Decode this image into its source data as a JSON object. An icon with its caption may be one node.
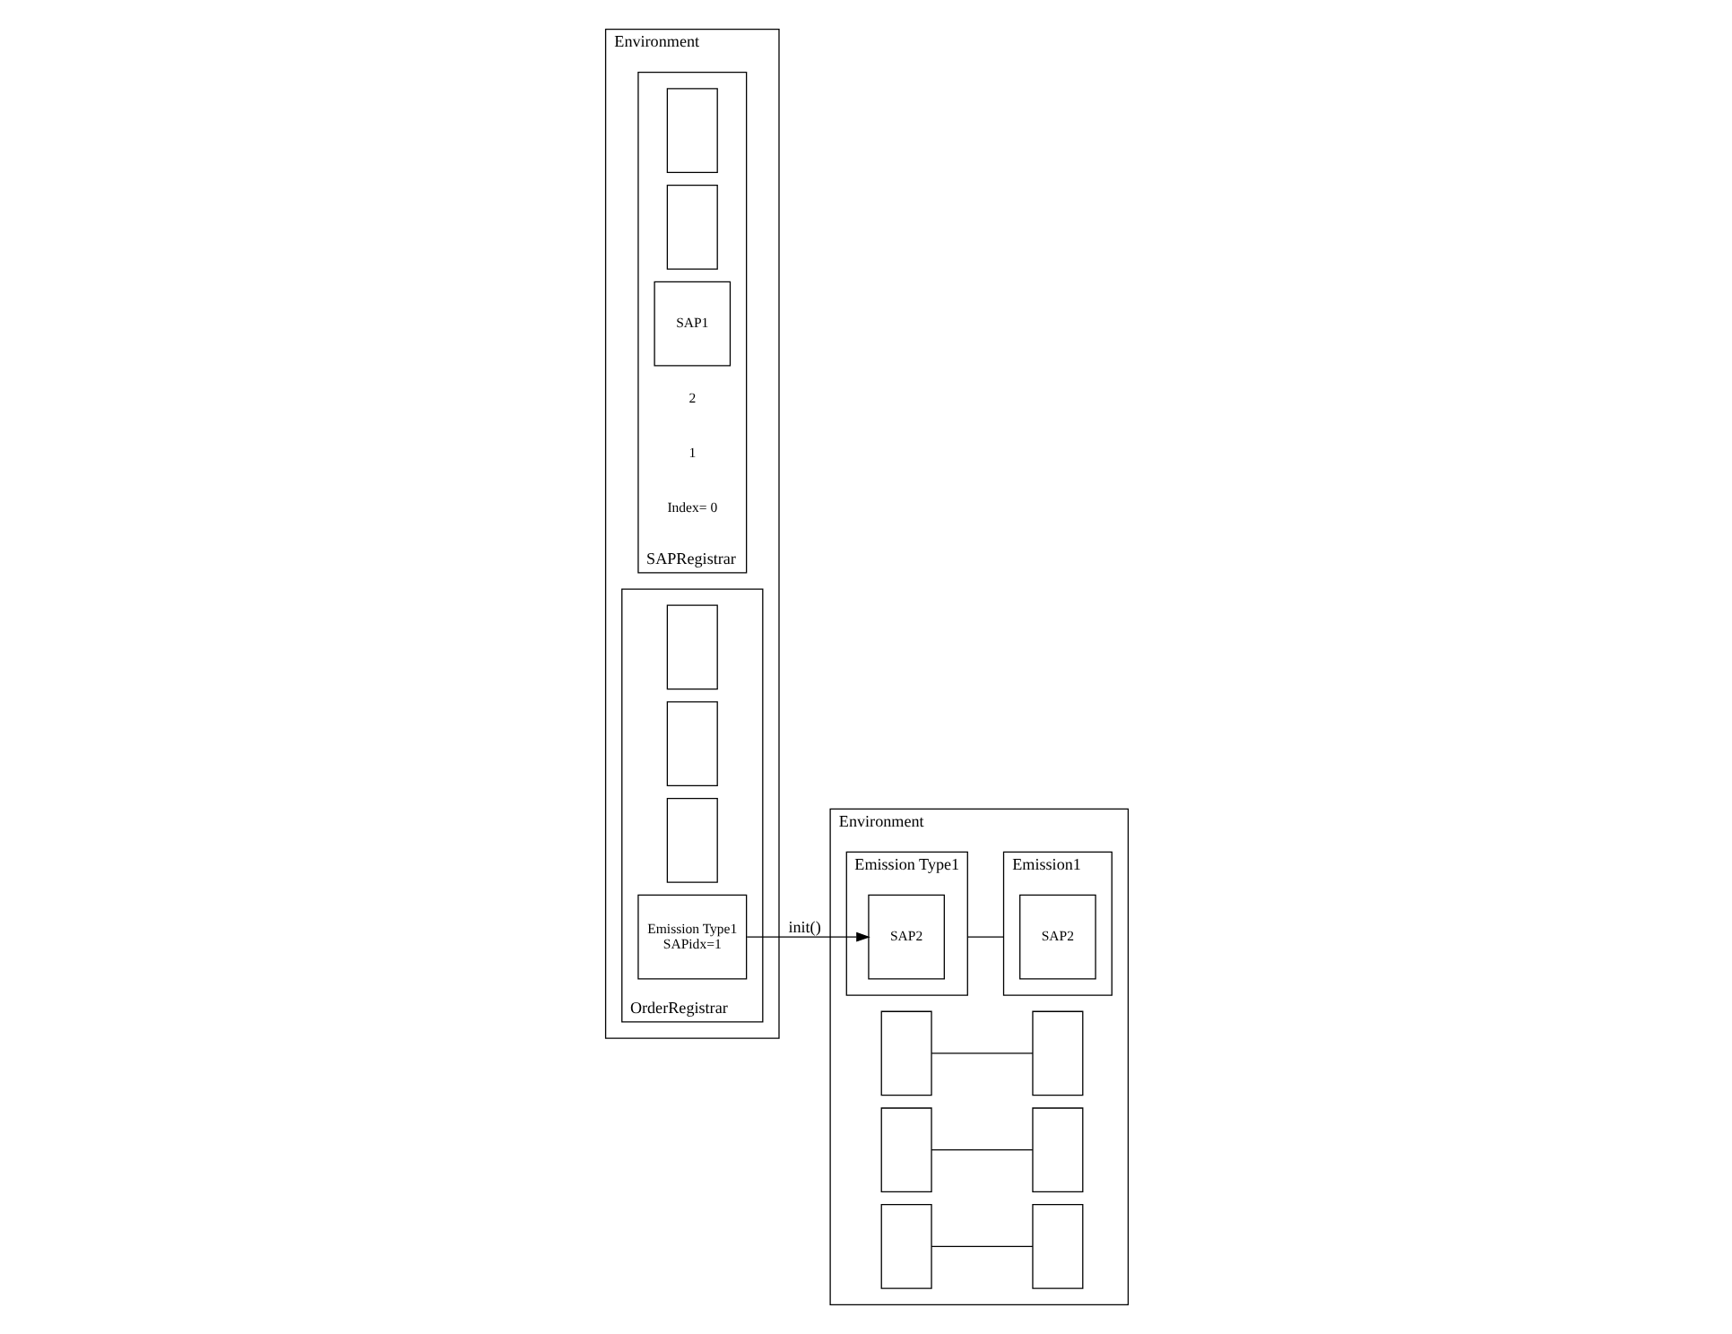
{
  "diagram": {
    "nodes": [
      {
        "text": [
          "Environment"
        ]
      },
      {
        "text": [
          "SAPRegistrar"
        ],
        "in": 0
      },
      {
        "text": [],
        "shape": "box",
        "in": 1
      },
      {
        "text": [],
        "shape": "box",
        "in": 1
      },
      {
        "text": [
          "SAP1"
        ],
        "in": 1
      },
      {
        "text": [
          "OrderRegistrar"
        ],
        "in": 0
      },
      {
        "text": [],
        "shape": "box",
        "in": 5
      },
      {
        "text": [],
        "shape": "box",
        "in": 5
      },
      {
        "text": [],
        "shape": "box",
        "in": 5
      },
      {
        "text": [
          "Emission Type1",
          "SAPidx=1"
        ],
        "in": 5
      },
      {
        "text": [
          "Environment"
        ]
      },
      {
        "text": [],
        "shape": "box",
        "in": 10
      },
      {
        "text": [],
        "shape": "box",
        "in": 10
      },
      {
        "text": [],
        "shape": "box",
        "in": 10
      },
      {
        "text": [
          "Emission Type1"
        ],
        "in": 10
      },
      {
        "text": [
          "SAP2"
        ],
        "in": 14
      },
      {
        "text": [],
        "shape": "box",
        "in": 10
      },
      {
        "text": [],
        "shape": "box",
        "in": 10
      },
      {
        "text": [],
        "shape": "box",
        "in": 10
      },
      {
        "text": [
          "Emission1"
        ],
        "in": 10
      },
      {
        "text": [
          "SAP2"
        ],
        "in": 19
      }
    ],
    "edges": [
      {
        "from": 9,
        "to": 15,
        "arrow": "to",
        "label": "init()"
      },
      {
        "from": 11,
        "to": 16,
        "arrow": "none"
      },
      {
        "from": 12,
        "to": 17,
        "arrow": "none"
      },
      {
        "from": 13,
        "to": 18,
        "arrow": "none"
      },
      {
        "from": 14,
        "to": 19,
        "arrow": "none"
      }
    ],
    "labels": [
      "2",
      "1",
      "Index= 0"
    ]
  }
}
